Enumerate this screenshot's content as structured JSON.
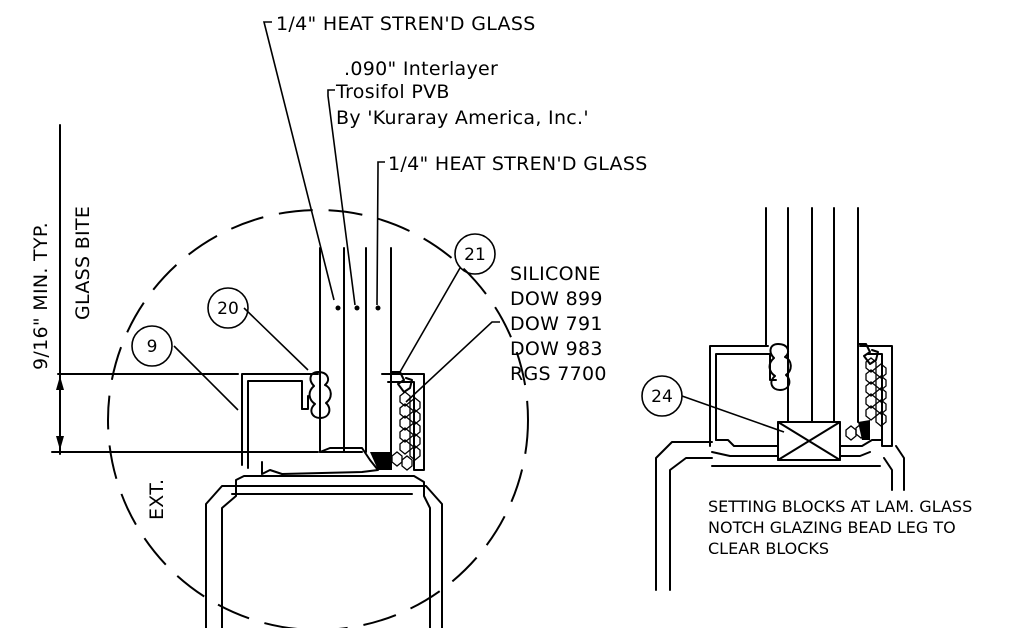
{
  "labels": {
    "outer_glass": "1/4\" HEAT STREN'D GLASS",
    "interlayer_line1": ".090\" Interlayer",
    "interlayer_line2": "Trosifol PVB",
    "interlayer_line3": "By 'Kuraray America, Inc.'",
    "inner_glass": "1/4\" HEAT STREN'D GLASS",
    "bite_dimension": "9/16\" MIN. TYP.",
    "bite_label": "GLASS BITE",
    "exterior": "EXT.",
    "silicone_header": "SILICONE",
    "silicone_1": "DOW 899",
    "silicone_2": "DOW 791",
    "silicone_3": "DOW 983",
    "silicone_4": "RGS 7700",
    "note_line1": "SETTING BLOCKS AT LAM. GLASS",
    "note_line2": "NOTCH GLAZING BEAD LEG TO",
    "note_line3": "CLEAR BLOCKS"
  },
  "callouts": {
    "c9": "9",
    "c20": "20",
    "c21": "21",
    "c24": "24"
  }
}
